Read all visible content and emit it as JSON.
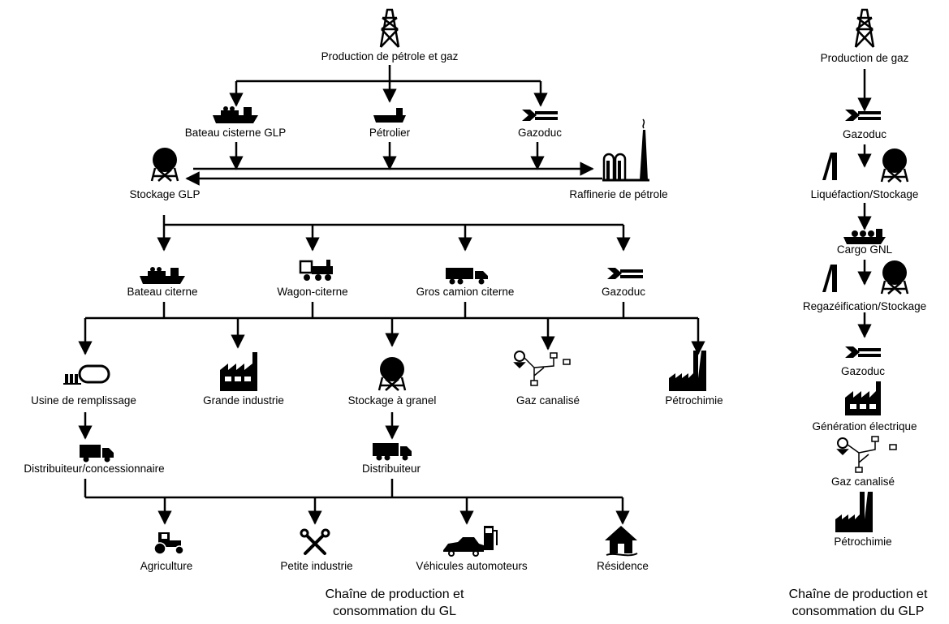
{
  "left_chain": {
    "production": "Production de pétrole et gaz",
    "tier1": [
      "Bateau cisterne GLP",
      "Pétrolier",
      "Gazoduc"
    ],
    "storage": "Stockage GLP",
    "refinery": "Raffinerie de pétrole",
    "tier2": [
      "Bateau citerne",
      "Wagon-citerne",
      "Gros camion citerne",
      "Gazoduc"
    ],
    "tier3": [
      "Usine de remplissage",
      "Grande industrie",
      "Stockage à granel",
      "Gaz canalisé",
      "Pétrochimie"
    ],
    "tier4": [
      "Distribuiteur/concessionnaire",
      "Distribuiteur"
    ],
    "tier5": [
      "Agriculture",
      "Petite industrie",
      "Véhicules automoteurs",
      "Résidence"
    ],
    "caption_line1": "Chaîne de production et",
    "caption_line2": "consommation du GL"
  },
  "right_chain": {
    "steps": [
      "Production de gaz",
      "Gazoduc",
      "Liquéfaction/Stockage",
      "Cargo GNL",
      "Regazéification/Stockage",
      "Gazoduc",
      "Génération électrique",
      "Gaz canalisé",
      "Pétrochimie"
    ],
    "caption_line1": "Chaîne de production et",
    "caption_line2": "consommation du GLP"
  }
}
